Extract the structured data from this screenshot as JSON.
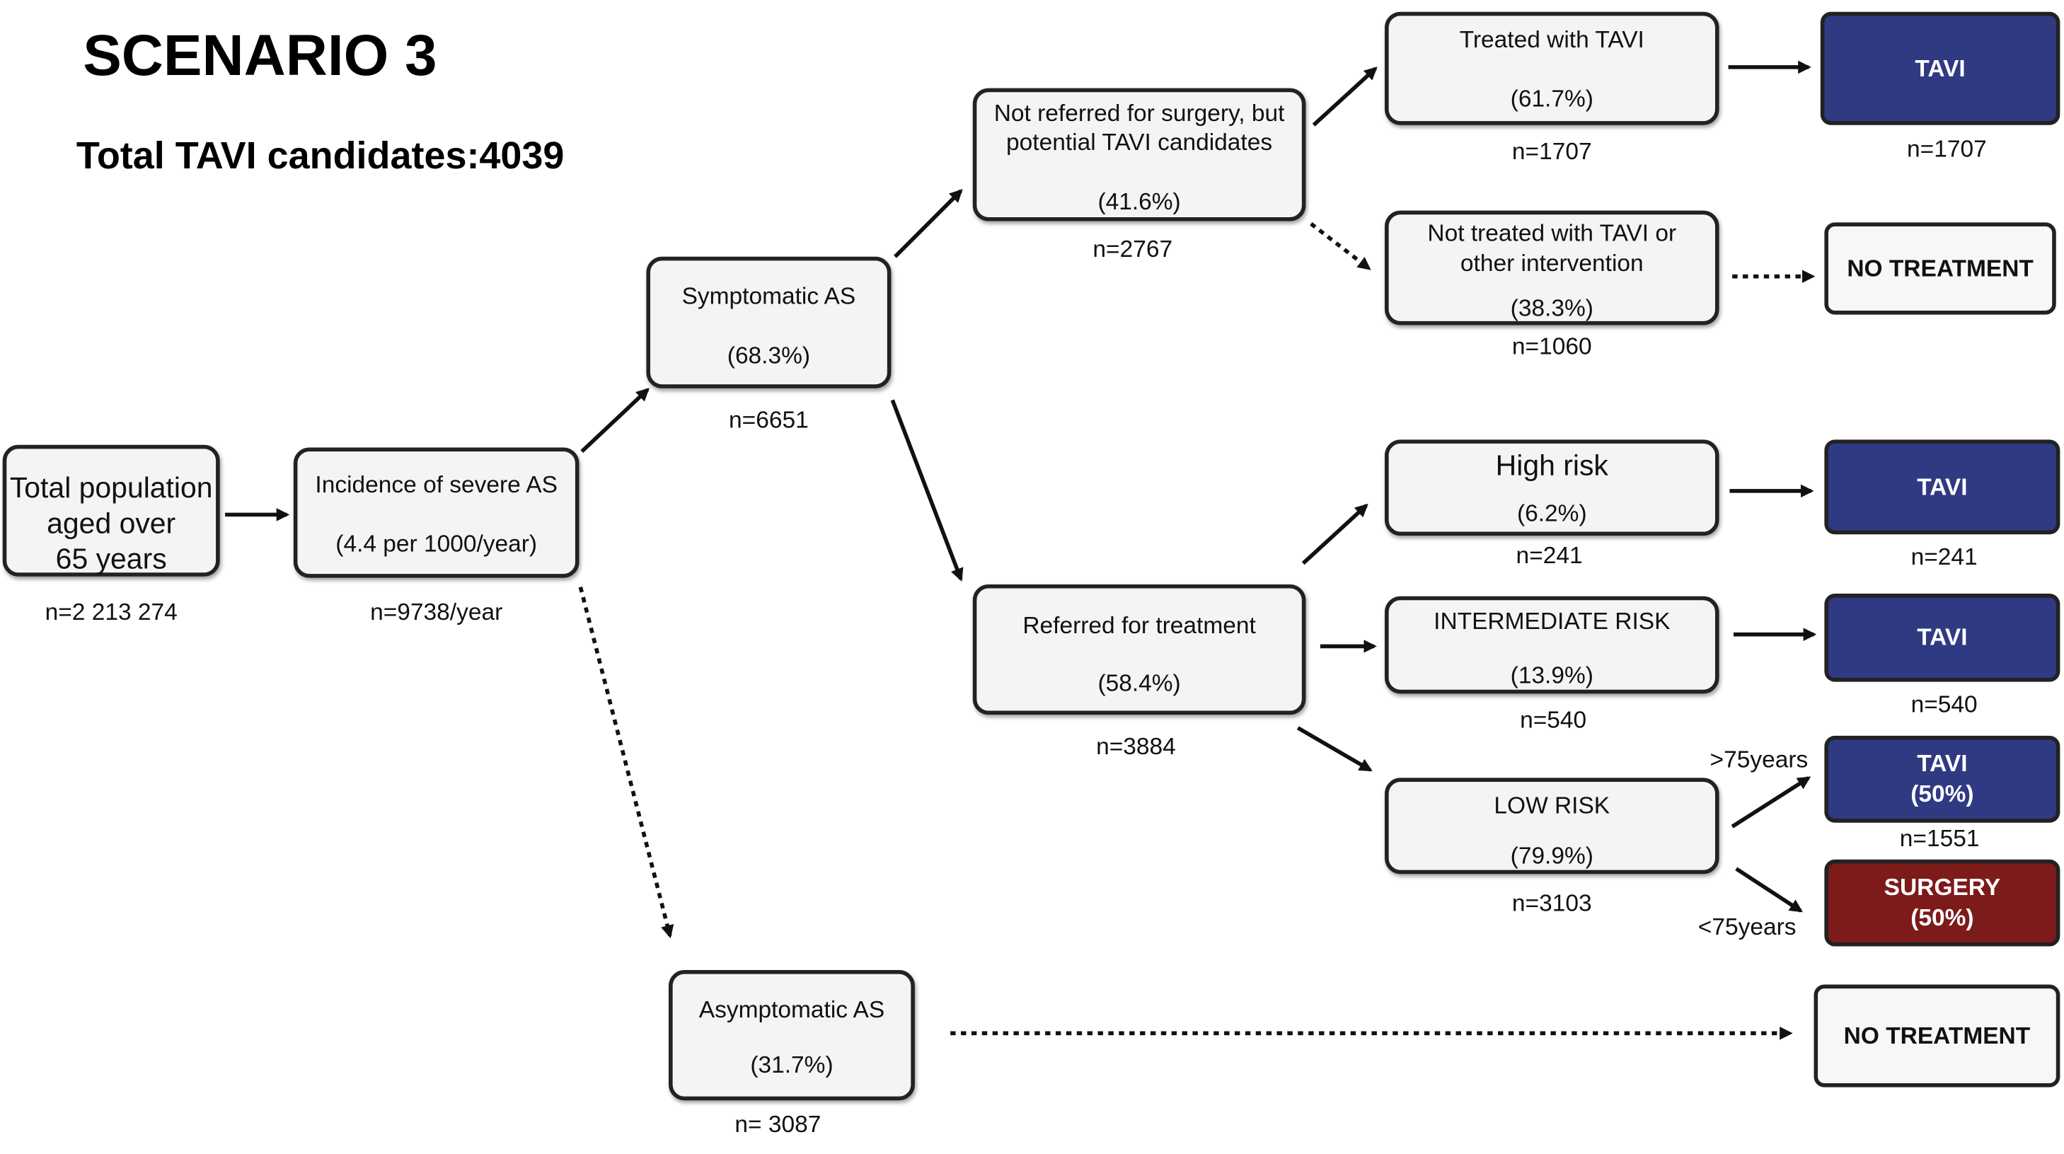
{
  "header": {
    "scenario": "SCENARIO 3",
    "total": "Total TAVI candidates:4039"
  },
  "boxes": {
    "population": {
      "line1": "Total population",
      "line2": "aged over",
      "line3": "65 years",
      "n": "n=2 213 274"
    },
    "incidence": {
      "line1": "Incidence of severe AS",
      "line2": "(4.4 per 1000/year)",
      "n": "n=9738/year"
    },
    "symptomatic": {
      "line1": "Symptomatic AS",
      "line2": "(68.3%)",
      "n": "n=6651"
    },
    "asymptomatic": {
      "line1": "Asymptomatic AS",
      "line2": "(31.7%)",
      "n": "n= 3087"
    },
    "not_referred": {
      "line1": "Not referred for surgery, but",
      "line2": "potential TAVI candidates",
      "line3": "(41.6%)",
      "n": "n=2767"
    },
    "referred": {
      "line1": "Referred for treatment",
      "line2": "(58.4%)",
      "n": "n=3884"
    },
    "treated_tavi": {
      "line1": "Treated with TAVI",
      "line2": "(61.7%)",
      "n": "n=1707"
    },
    "not_treated": {
      "line1": "Not  treated with TAVI or",
      "line2": "other intervention",
      "line3": "(38.3%)",
      "n": "n=1060"
    },
    "high_risk": {
      "line1": "High risk",
      "line2": "(6.2%)",
      "n": "n=241"
    },
    "intermediate_risk": {
      "line1": "INTERMEDIATE RISK",
      "line2": "(13.9%)",
      "n": "n=540"
    },
    "low_risk": {
      "line1": "LOW RISK",
      "line2": "(79.9%)",
      "n": "n=3103"
    }
  },
  "outcomes": {
    "tavi_1": {
      "label": "TAVI",
      "n": "n=1707"
    },
    "no_treatment_1": {
      "label": "NO TREATMENT"
    },
    "tavi_high": {
      "label": "TAVI",
      "n": "n=241"
    },
    "tavi_intermediate": {
      "label": "TAVI",
      "n": "n=540"
    },
    "tavi_low": {
      "line1": "TAVI",
      "line2": "(50%)",
      "n": "n=1551"
    },
    "surgery_low": {
      "line1": "SURGERY",
      "line2": "(50%)"
    },
    "no_treatment_2": {
      "label": "NO TREATMENT"
    }
  },
  "age_labels": {
    "over": ">75years",
    "under": "<75years"
  },
  "colors": {
    "tavi": "#2f3a82",
    "surgery": "#7d1a1a",
    "box_fill": "#f4f4f6",
    "border": "#222222"
  }
}
